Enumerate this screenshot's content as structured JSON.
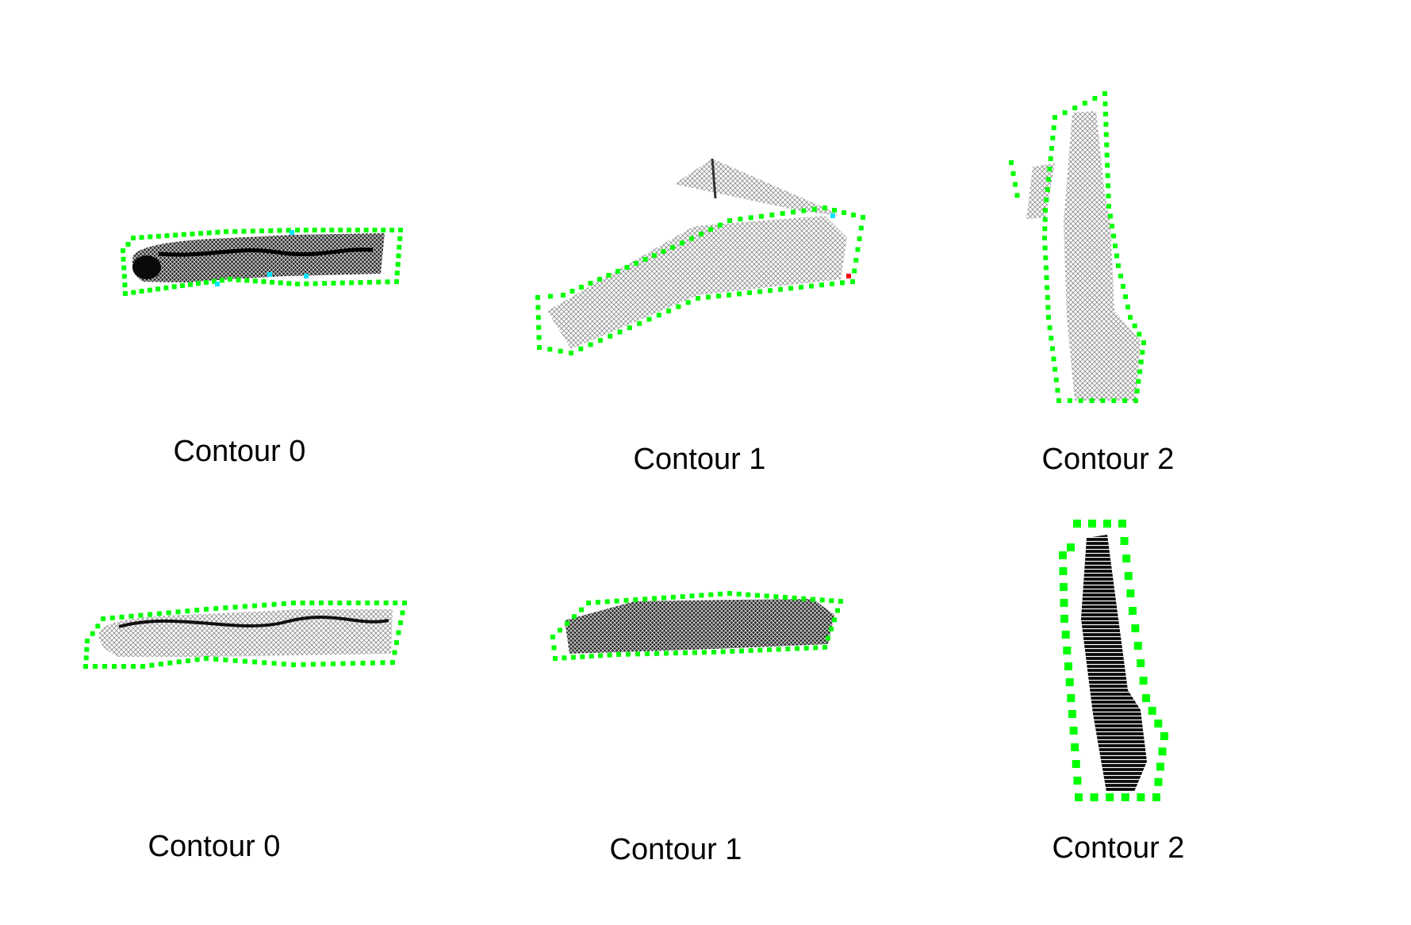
{
  "colors": {
    "background": "#ffffff",
    "contour_marker": "#00ff00",
    "cyan_marker": "#00e5ff",
    "red_marker": "#ff0000",
    "cloud_dark": "#111111",
    "cloud_light": "#8a8a8a"
  },
  "panels": [
    {
      "label": "Contour 0"
    },
    {
      "label": "Contour 1"
    },
    {
      "label": "Contour 2"
    },
    {
      "label": "Contour 0"
    },
    {
      "label": "Contour 1"
    },
    {
      "label": "Contour 2"
    }
  ]
}
